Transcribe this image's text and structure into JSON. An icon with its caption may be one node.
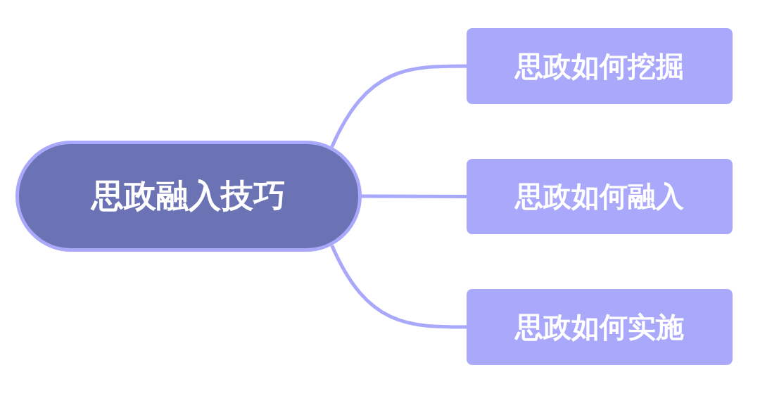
{
  "diagram": {
    "nodes": [
      {
        "text": [
          "思政融入技巧"
        ]
      },
      {
        "text": [
          "思政如何挖掘"
        ]
      },
      {
        "text": [
          "思政如何融入"
        ]
      },
      {
        "text": [
          "思政如何实施"
        ]
      }
    ],
    "edges": [
      {
        "from": 0,
        "to": 1,
        "arrow": "none"
      },
      {
        "from": 0,
        "to": 2,
        "arrow": "none"
      },
      {
        "from": 0,
        "to": 3,
        "arrow": "none"
      }
    ]
  }
}
